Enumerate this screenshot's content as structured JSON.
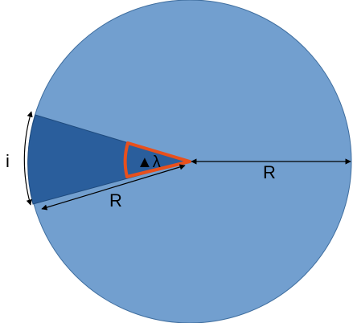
{
  "diagram": {
    "labels": {
      "radius_right": "R",
      "radius_lower": "R",
      "arc": "i",
      "angle": "▲λ"
    },
    "colors": {
      "circle_fill": "#729fcf",
      "circle_stroke": "#3f6e9f",
      "sector_fill": "#2a5e9c",
      "angle_marker": "#e8501c",
      "dimension_lines": "#000000"
    }
  }
}
